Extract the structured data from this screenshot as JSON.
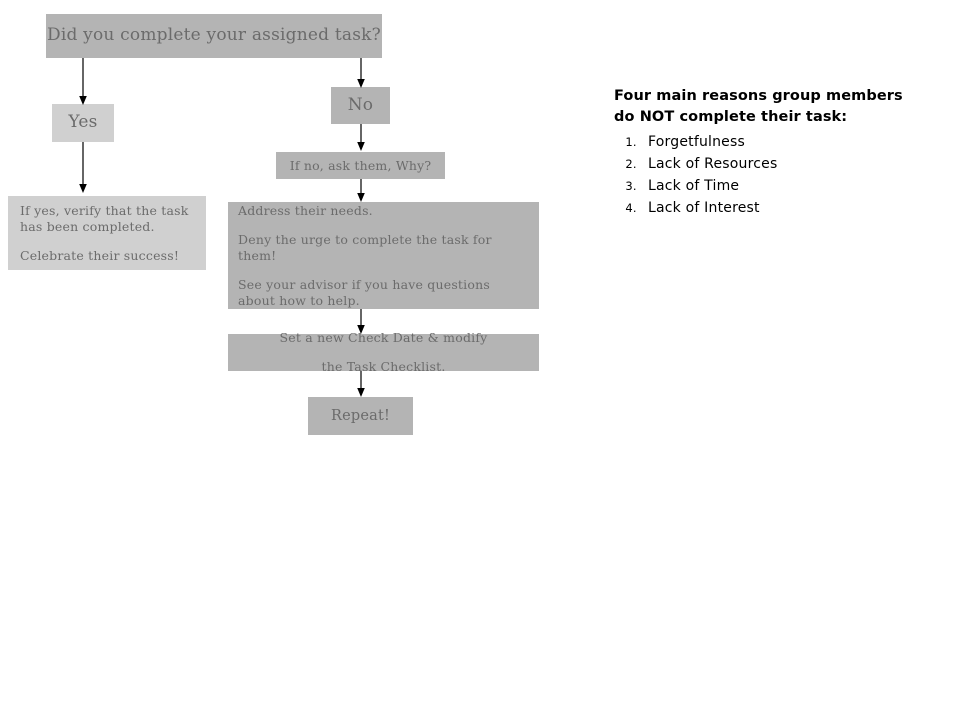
{
  "flowchart": {
    "question": "Did you complete your assigned task?",
    "yes_label": "Yes",
    "no_label": "No",
    "yes_detail": {
      "line1": "If yes, verify that the task has been completed.",
      "line2": "Celebrate their success!"
    },
    "ask_why": "If no, ask them, Why?",
    "actions": {
      "line1": "Address their needs.",
      "line2": "Deny the urge to complete the task for them!",
      "line3": "See your advisor if you have questions about how to help."
    },
    "check_date": {
      "line1": "Set a new Check Date & modify",
      "line2": "the Task Checklist."
    },
    "repeat": "Repeat!"
  },
  "reasons": {
    "heading": "Four main reasons group members do NOT complete their task:",
    "items": [
      {
        "num": "1.",
        "text": "Forgetfulness"
      },
      {
        "num": "2.",
        "text": "Lack of Resources"
      },
      {
        "num": "3.",
        "text": "Lack of Time"
      },
      {
        "num": "4.",
        "text": "Lack of Interest"
      }
    ]
  },
  "colors": {
    "box_dark": "#b4b4b4",
    "box_light": "#d0d0d0",
    "box_text": "#6b6b6b",
    "note_text": "#000000",
    "arrow": "#000000",
    "background": "#ffffff"
  }
}
